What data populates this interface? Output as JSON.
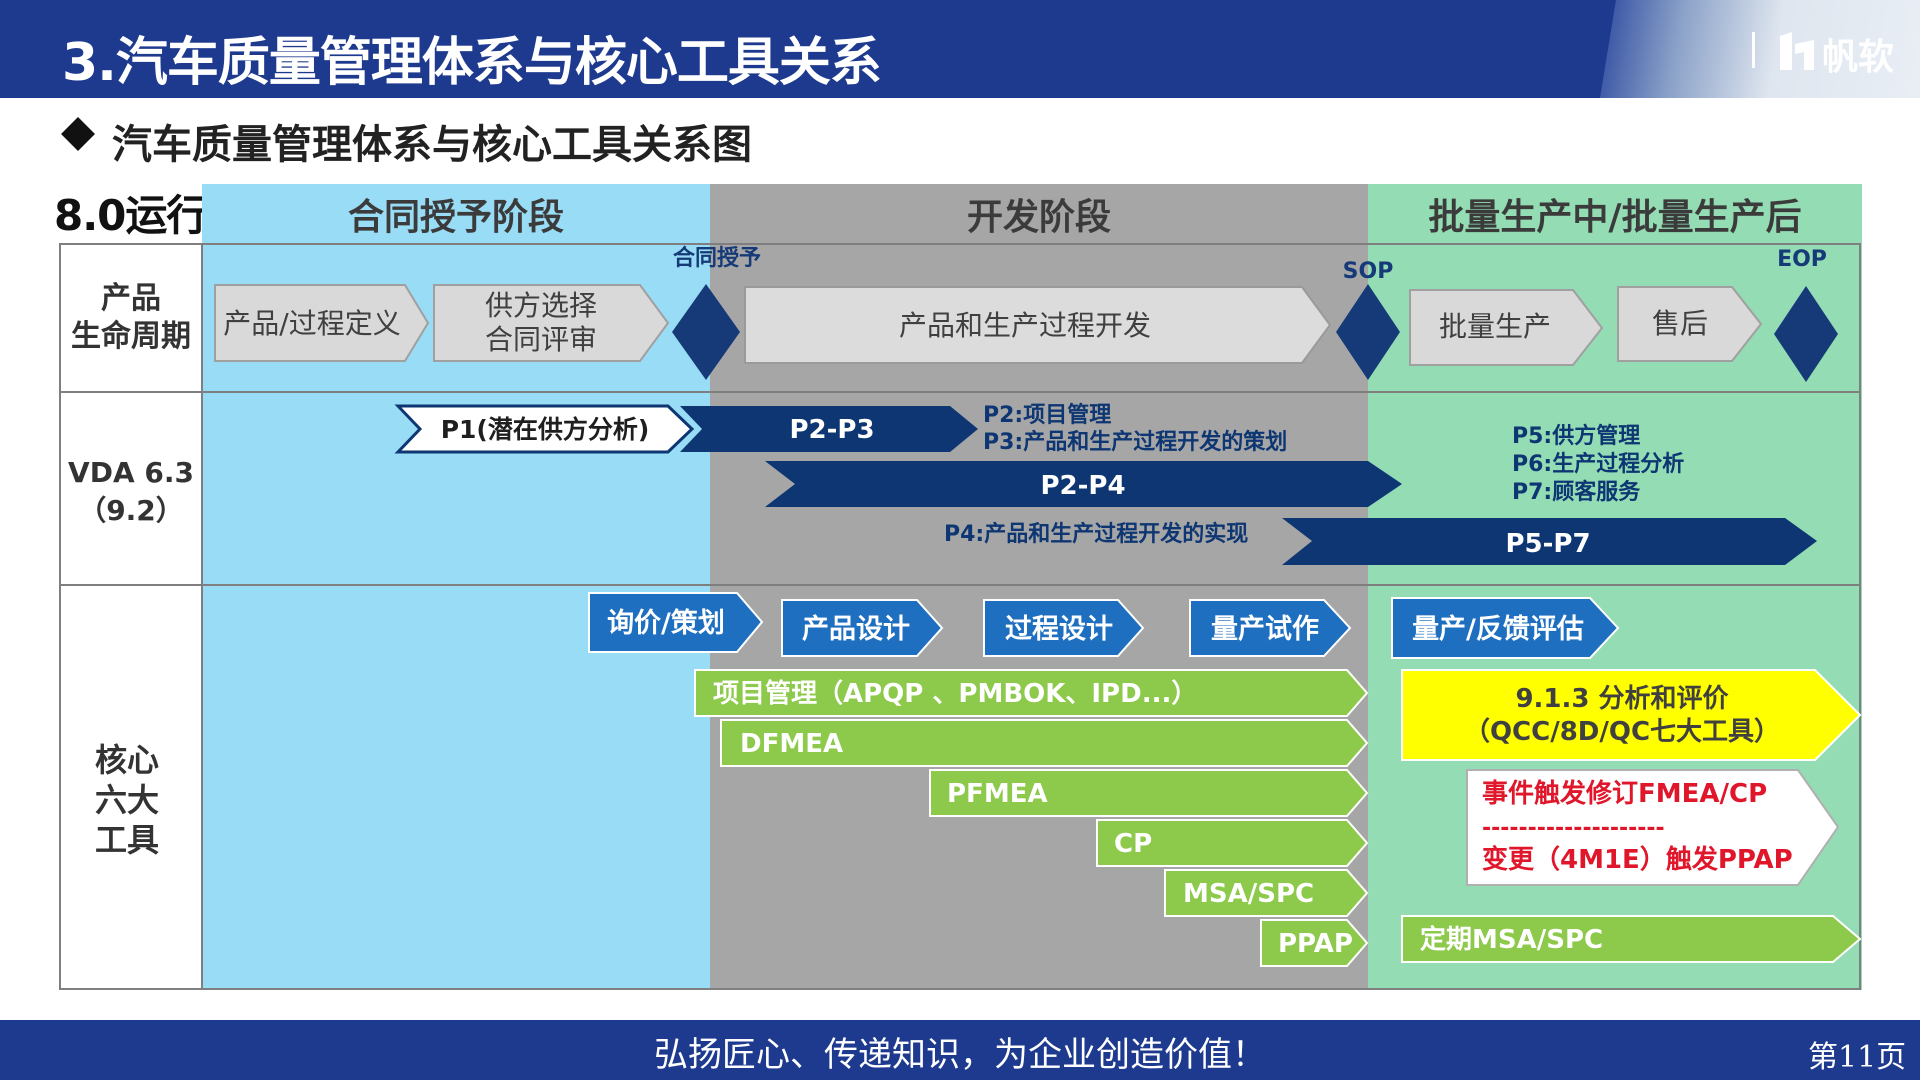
{
  "header": {
    "title": "3.汽车质量管理体系与核心工具关系",
    "logo_text": "帆软"
  },
  "subtitle": "汽车质量管理体系与核心工具关系图",
  "diagram": {
    "version_label": "8.0运行",
    "phases": [
      "合同授予阶段",
      "开发阶段",
      "批量生产中/批量生产后"
    ],
    "row_labels": {
      "lifecycle": [
        "产品",
        "生命周期"
      ],
      "vda": [
        "VDA 6.3",
        "（9.2）"
      ],
      "tools": [
        "核心",
        "六大",
        "工具"
      ]
    },
    "milestones": {
      "contract": "合同授予",
      "sop": "SOP",
      "eop": "EOP"
    },
    "lifecycle_steps": {
      "product_process_def": "产品/过程定义",
      "supplier_select_1": "供方选择",
      "supplier_select_2": "合同评审",
      "development": "产品和生产过程开发",
      "mass_production": "批量生产",
      "after_sales": "售后"
    },
    "vda": {
      "p1": "P1(潜在供方分析)",
      "p2_p3": "P2-P3",
      "p2_p4": "P2-P4",
      "p5_p7": "P5-P7",
      "p2_note": "P2:项目管理",
      "p3_note": "P3:产品和生产过程开发的策划",
      "p4_note": "P4:产品和生产过程开发的实现",
      "p5_note": "P5:供方管理",
      "p6_note": "P6:生产过程分析",
      "p7_note": "P7:顾客服务"
    },
    "tools": {
      "stages": [
        "询价/策划",
        "产品设计",
        "过程设计",
        "量产试作",
        "量产/反馈评估"
      ],
      "project_mgmt": "项目管理（APQP 、PMBOK、IPD...）",
      "dfmea": "DFMEA",
      "pfmea": "PFMEA",
      "cp": "CP",
      "msa_spc": "MSA/SPC",
      "ppap": "PPAP",
      "analysis_1": "9.1.3 分析和评价",
      "analysis_2": "（QCC/8D/QC七大工具）",
      "event_1": "事件触发修订FMEA/CP",
      "event_sep": "--------------------",
      "event_2": "变更（4M1E）触发PPAP",
      "periodic": "定期MSA/SPC"
    }
  },
  "footer": {
    "slogan": "弘扬匠心、传递知识，为企业创造价值！",
    "page": "第11页"
  },
  "colors": {
    "header_blue": "#1e3a8f",
    "contract_bg": "#99dcf6",
    "dev_bg": "#a6a6a6",
    "mass_bg": "#93dcb4",
    "navy": "#0d3672",
    "milestone": "#163a78",
    "tool_blue": "#1f6fc1",
    "green": "#8dc94a",
    "yellow": "#ffff00",
    "red_text": "#e0162b"
  }
}
